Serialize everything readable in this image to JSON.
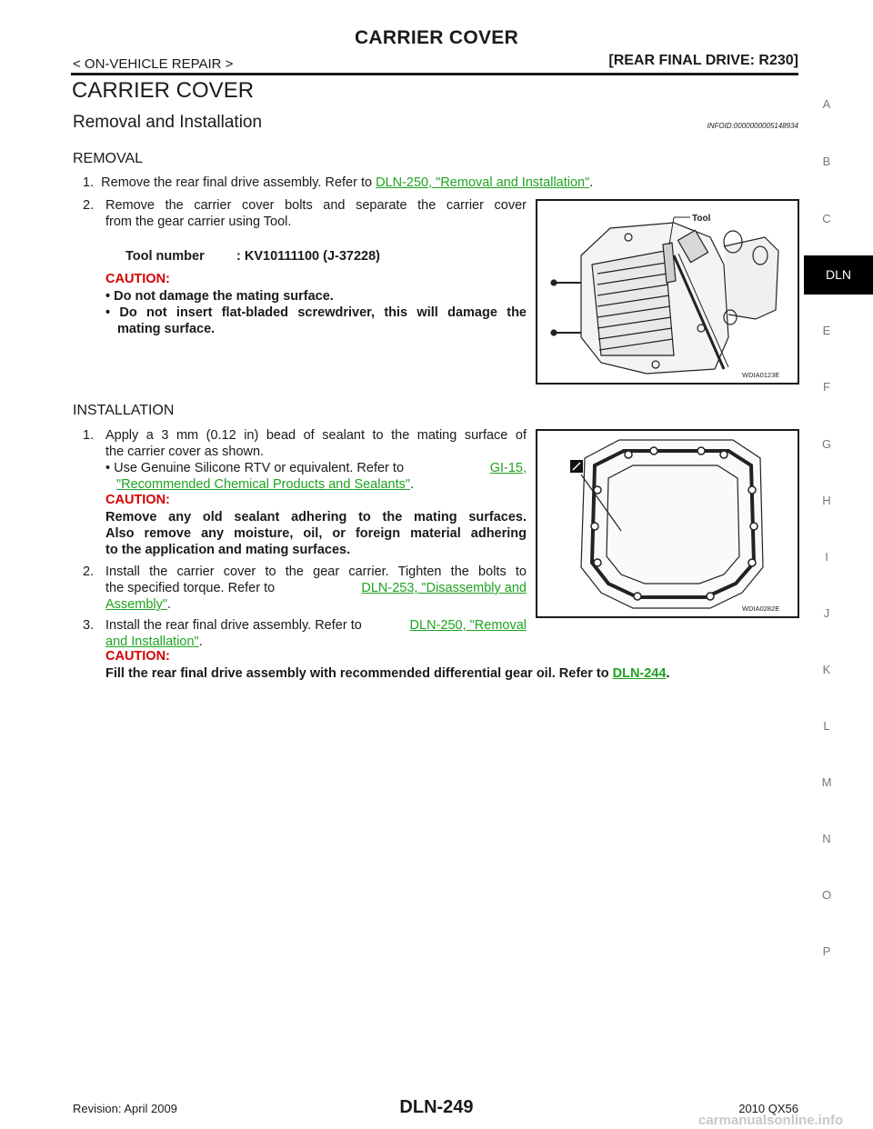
{
  "header": {
    "title": "CARRIER COVER",
    "left": "< ON-VEHICLE REPAIR >",
    "right": "[REAR FINAL DRIVE: R230]"
  },
  "section_title": "CARRIER COVER",
  "subsection": {
    "title": "Removal and Installation",
    "info_id": "INFOID:0000000005148934"
  },
  "removal": {
    "heading": "REMOVAL",
    "step1": {
      "num": "1.",
      "text": "Remove the rear final drive assembly. Refer to ",
      "link": "DLN-250, \"Removal and Installation\"",
      "after": "."
    },
    "step2": {
      "num": "2.",
      "line1": "Remove the carrier cover bolts and separate the carrier cover",
      "line2": "from the gear carrier using Tool."
    },
    "tool": {
      "label": "Tool number",
      "value": ": KV10111100 (J-37228)"
    },
    "caution_label": "CAUTION:",
    "cautions": [
      "• Do not damage the mating surface.",
      "• Do not insert flat-bladed screwdriver, this will damage the",
      "mating surface."
    ],
    "figure": {
      "tool_label": "Tool",
      "code": "WDIA0123E"
    }
  },
  "installation": {
    "heading": "INSTALLATION",
    "step1": {
      "num": "1.",
      "line1": "Apply a 3 mm (0.12 in) bead of sealant to the mating surface of",
      "line2": "the carrier cover as shown.",
      "bullet": "• Use Genuine Silicone RTV or equivalent. Refer to ",
      "bullet_link1": "GI-15,",
      "bullet_link2": "\"Recommended Chemical Products and Sealants\"",
      "bullet_after": ".",
      "caution_label": "CAUTION:",
      "caution_lines": [
        "Remove any old sealant adhering to the mating surfaces.",
        "Also remove any moisture, oil, or foreign material adhering",
        "to the application and mating surfaces."
      ]
    },
    "step2": {
      "num": "2.",
      "line1": "Install the carrier cover to the gear carrier. Tighten the bolts to",
      "line2": "the specified torque. Refer to ",
      "link1": "DLN-253, \"Disassembly and",
      "link2": "Assembly\"",
      "after": "."
    },
    "step3": {
      "num": "3.",
      "line1": "Install the rear final drive assembly. Refer to ",
      "link1": "DLN-250, \"Removal",
      "link2": "and Installation\"",
      "after": ".",
      "caution_label": "CAUTION:",
      "caution_text": "Fill the rear final drive assembly with recommended differential gear oil. Refer to ",
      "caution_link": "DLN-244",
      "caution_after": "."
    },
    "figure": {
      "code": "WDIA0282E"
    }
  },
  "sidebar": {
    "letters": [
      "A",
      "B",
      "C",
      "E",
      "F",
      "G",
      "H",
      "I",
      "J",
      "K",
      "L",
      "M",
      "N",
      "O",
      "P"
    ],
    "active_tab": "DLN"
  },
  "footer": {
    "revision": "Revision: April 2009",
    "page": "DLN-249",
    "model": "2010 QX56"
  },
  "watermark": "carmanualsonline.info"
}
